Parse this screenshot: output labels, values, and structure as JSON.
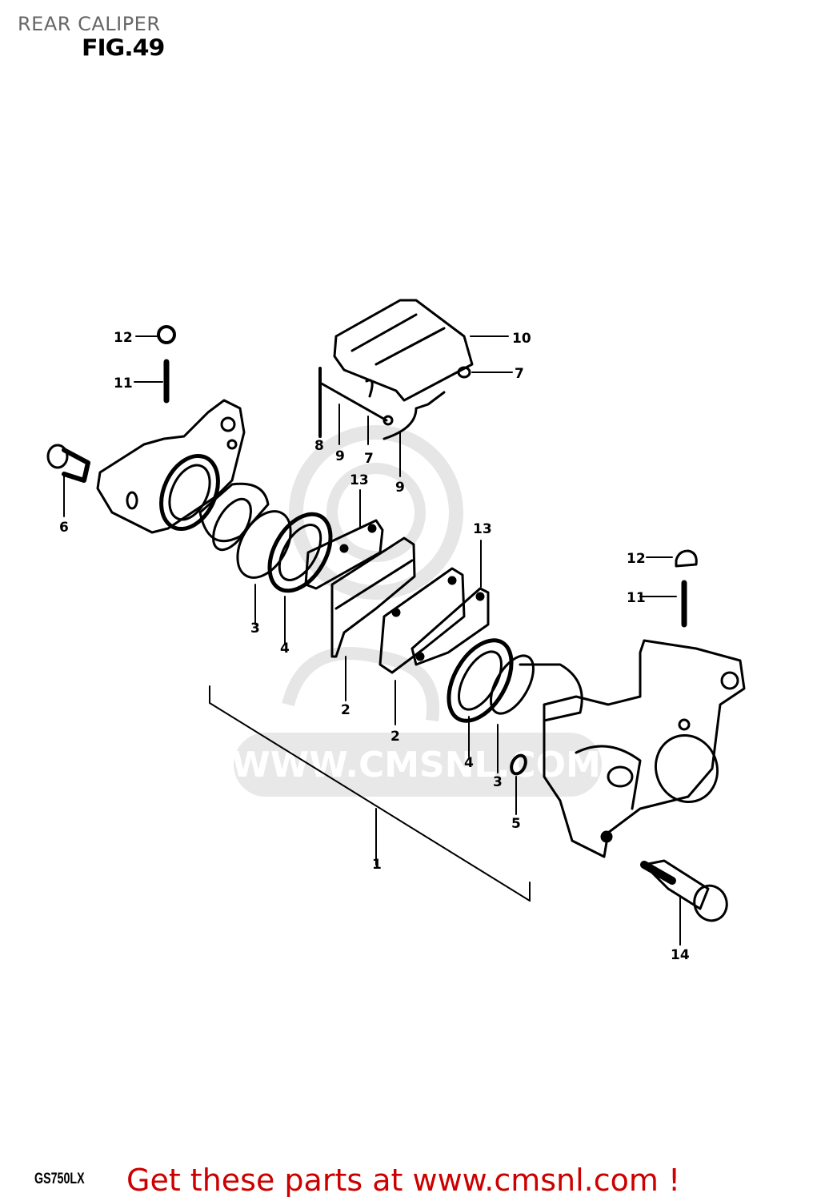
{
  "header": {
    "title": "REAR CALIPER",
    "figure": "FIG.49"
  },
  "footer": {
    "model": "GS750LX",
    "promo": "Get these parts at www.cmsnl.com !",
    "promo_color": "#cc0000"
  },
  "watermark": {
    "text": "WWW.CMSNL.COM"
  },
  "callouts": [
    {
      "num": "1",
      "part": "caliper-assembly"
    },
    {
      "num": "2",
      "part": "brake-pad"
    },
    {
      "num": "2",
      "part": "brake-pad"
    },
    {
      "num": "3",
      "part": "piston"
    },
    {
      "num": "3",
      "part": "piston"
    },
    {
      "num": "4",
      "part": "piston-seal"
    },
    {
      "num": "4",
      "part": "piston-seal"
    },
    {
      "num": "5",
      "part": "o-ring"
    },
    {
      "num": "6",
      "part": "bolt"
    },
    {
      "num": "7",
      "part": "pad-pin"
    },
    {
      "num": "7",
      "part": "pad-pin"
    },
    {
      "num": "8",
      "part": "pin"
    },
    {
      "num": "9",
      "part": "spring"
    },
    {
      "num": "9",
      "part": "spring"
    },
    {
      "num": "10",
      "part": "pad-cover"
    },
    {
      "num": "11",
      "part": "bleeder-valve"
    },
    {
      "num": "11",
      "part": "bleeder-valve"
    },
    {
      "num": "12",
      "part": "bleeder-cap"
    },
    {
      "num": "12",
      "part": "bleeder-cap"
    },
    {
      "num": "13",
      "part": "shim"
    },
    {
      "num": "13",
      "part": "shim"
    },
    {
      "num": "14",
      "part": "caliper-bolt"
    }
  ]
}
